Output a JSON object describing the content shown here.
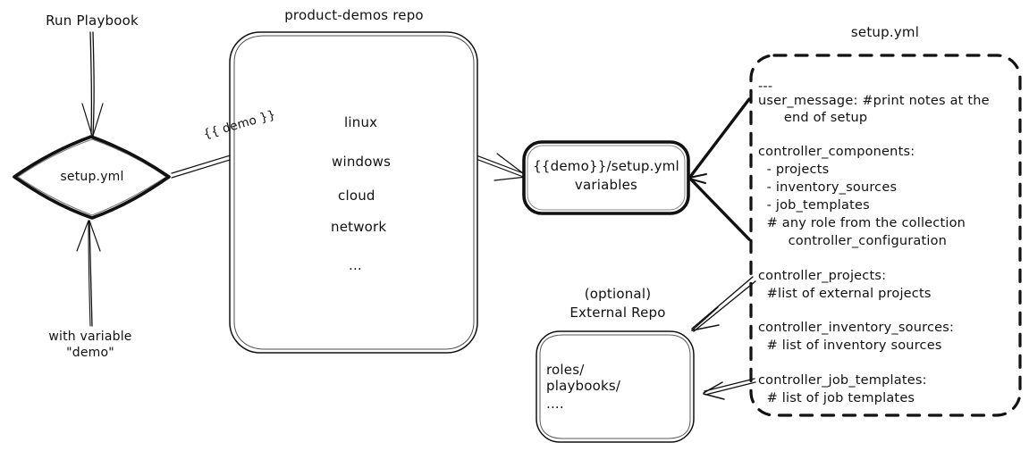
{
  "diagram": {
    "title": "product-demos setup.yml flow",
    "stroke_color": "#111111",
    "background": "#ffffff"
  },
  "run_playbook": {
    "label": "Run Playbook"
  },
  "with_variable": {
    "line1": "with variable",
    "line2": "\"demo\""
  },
  "start_node": {
    "label": "setup.yml"
  },
  "demo_edge": {
    "label": "{{ demo }}"
  },
  "repo": {
    "title": "product-demos repo",
    "items": [
      "linux",
      "windows",
      "cloud",
      "network",
      "..."
    ]
  },
  "variables_node": {
    "line1": "{{demo}}/setup.yml",
    "line2": "variables"
  },
  "setup_yml": {
    "title": "setup.yml",
    "blocks": [
      {
        "name": "doc-start",
        "lines": [
          "---"
        ]
      },
      {
        "name": "user-message",
        "lines": [
          "user_message: #print notes at the",
          "      end of setup"
        ]
      },
      {
        "name": "controller-components",
        "lines": [
          "controller_components:",
          "  - projects",
          "  - inventory_sources",
          "  - job_templates",
          "  # any role from the collection",
          "       controller_configuration"
        ]
      },
      {
        "name": "controller-projects",
        "lines": [
          "controller_projects:",
          "  #list of external projects"
        ]
      },
      {
        "name": "controller-inventory-sources",
        "lines": [
          "controller_inventory_sources:",
          "  # list of inventory sources"
        ]
      },
      {
        "name": "controller-job-templates",
        "lines": [
          "controller_job_templates:",
          "  # list of job templates"
        ]
      }
    ]
  },
  "external_repo": {
    "caption_line1": "(optional)",
    "caption_line2": "External Repo",
    "items": [
      "roles/",
      "playbooks/",
      "...."
    ]
  }
}
